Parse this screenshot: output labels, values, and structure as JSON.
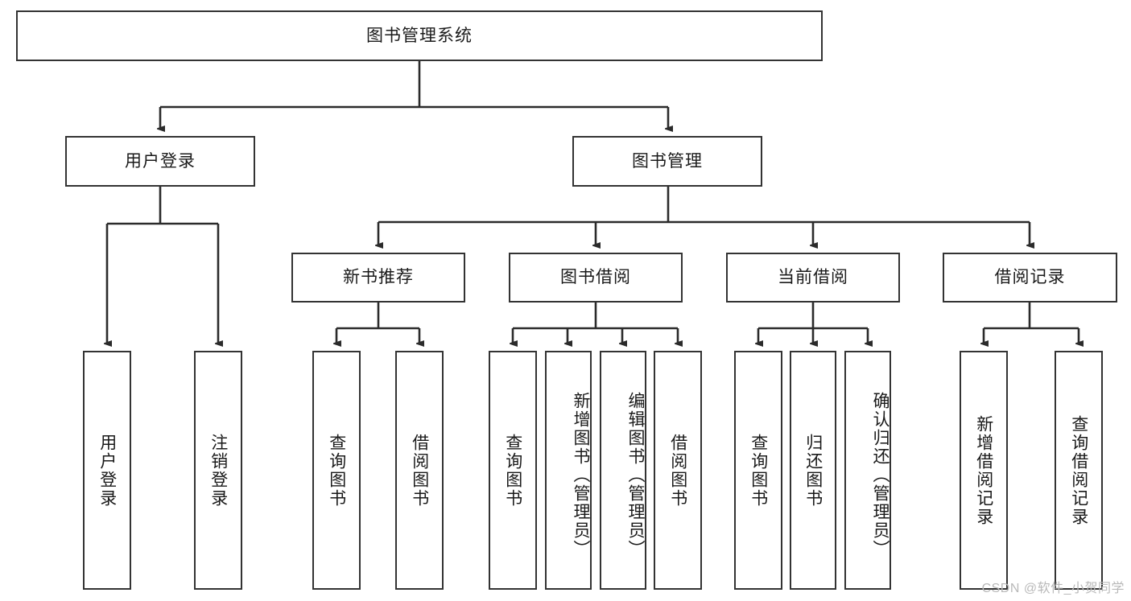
{
  "diagram": {
    "title": "图书管理系统",
    "type": "tree",
    "root": {
      "id": "root",
      "label": "图书管理系统",
      "orientation": "horizontal"
    },
    "level2": [
      {
        "id": "user-login",
        "label": "用户登录",
        "orientation": "horizontal"
      },
      {
        "id": "book-management",
        "label": "图书管理",
        "orientation": "horizontal"
      }
    ],
    "level3": [
      {
        "id": "new-book-recommend",
        "label": "新书推荐",
        "orientation": "horizontal",
        "parent": "book-management"
      },
      {
        "id": "book-borrow",
        "label": "图书借阅",
        "orientation": "horizontal",
        "parent": "book-management"
      },
      {
        "id": "current-borrow",
        "label": "当前借阅",
        "orientation": "horizontal",
        "parent": "book-management"
      },
      {
        "id": "borrow-record",
        "label": "借阅记录",
        "orientation": "horizontal",
        "parent": "book-management"
      }
    ],
    "leaves": [
      {
        "id": "leaf-user-login",
        "label": "用户登录",
        "parent": "user-login"
      },
      {
        "id": "leaf-logout-login",
        "label": "注销登录",
        "parent": "user-login"
      },
      {
        "id": "leaf-query-book-1",
        "label": "查询图书",
        "parent": "new-book-recommend"
      },
      {
        "id": "leaf-borrow-book-1",
        "label": "借阅图书",
        "parent": "new-book-recommend"
      },
      {
        "id": "leaf-query-book-2",
        "label": "查询图书",
        "parent": "book-borrow"
      },
      {
        "id": "leaf-add-book",
        "label": "新增图书（管理员）",
        "parent": "book-borrow"
      },
      {
        "id": "leaf-edit-book",
        "label": "编辑图书（管理员）",
        "parent": "book-borrow"
      },
      {
        "id": "leaf-borrow-book-2",
        "label": "借阅图书",
        "parent": "book-borrow"
      },
      {
        "id": "leaf-query-book-3",
        "label": "查询图书",
        "parent": "current-borrow"
      },
      {
        "id": "leaf-return-book",
        "label": "归还图书",
        "parent": "current-borrow"
      },
      {
        "id": "leaf-confirm-return",
        "label": "确认归还（管理员）",
        "parent": "current-borrow"
      },
      {
        "id": "leaf-add-record",
        "label": "新增借阅记录",
        "parent": "borrow-record"
      },
      {
        "id": "leaf-query-record",
        "label": "查询借阅记录",
        "parent": "borrow-record"
      }
    ]
  },
  "watermark": {
    "text": "CSDN @软件_小贺同学"
  },
  "colors": {
    "border": "#333333",
    "background": "#ffffff",
    "text": "#1a1a1a",
    "watermark": "#b9b9b9"
  }
}
